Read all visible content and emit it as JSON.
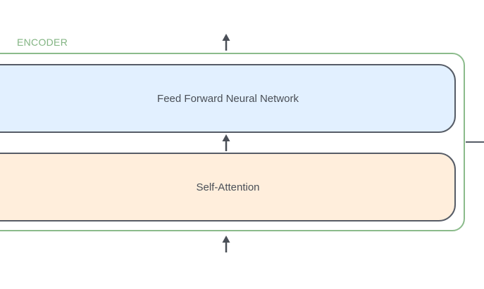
{
  "encoder": {
    "label": "ENCODER",
    "layers": [
      {
        "id": "ffn",
        "label": "Feed Forward Neural Network",
        "fill": "#e2f0ff"
      },
      {
        "id": "attention",
        "label": "Self-Attention",
        "fill": "#ffeedc"
      }
    ],
    "frame_color": "#8bbb8b",
    "box_border_color": "#565c66"
  },
  "arrows": [
    {
      "from": "encoder",
      "to": "output",
      "icon": "arrow-up-icon"
    },
    {
      "from": "attention",
      "to": "ffn",
      "icon": "arrow-up-icon"
    },
    {
      "from": "input",
      "to": "attention",
      "icon": "arrow-up-icon"
    }
  ]
}
